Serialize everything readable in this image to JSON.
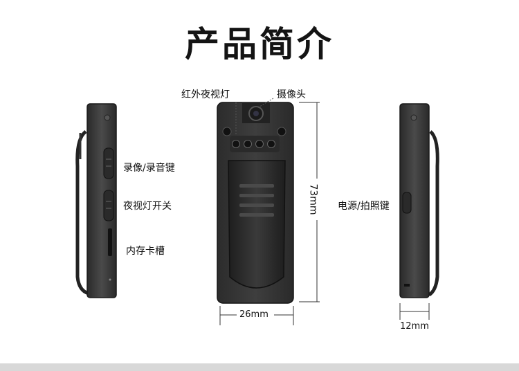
{
  "title": "产品简介",
  "labels": {
    "ir_light": "红外夜视灯",
    "camera": "摄像头",
    "record_key": "录像/录音键",
    "night_switch": "夜视灯开关",
    "memory_slot": "内存卡槽",
    "power_key": "电源/拍照键"
  },
  "dimensions": {
    "width": "26mm",
    "height": "73mm",
    "depth": "12mm"
  },
  "colors": {
    "body": "#3a3a3a",
    "body_dark": "#1f1f1f",
    "edge": "#5a5a5a"
  }
}
